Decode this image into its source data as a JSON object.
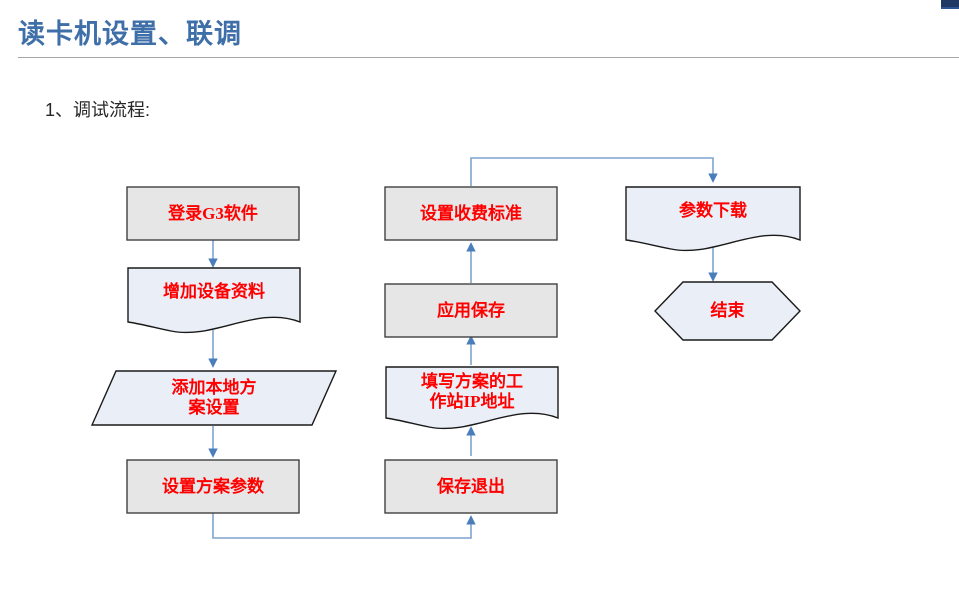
{
  "slide": {
    "title": "读卡机设置、联调",
    "heading": "1、调试流程:",
    "title_color": "#3f6fa8",
    "node_text_color": "#ff0000",
    "connector_color": "#4a7ebb",
    "gray_fill": "#e6e6e6",
    "blue_fill": "#eaeff7"
  },
  "flow": {
    "nodes": [
      {
        "id": "n1",
        "label": "登录G3软件",
        "shape": "rectangle",
        "fill": "gray",
        "column": 1,
        "row": 1
      },
      {
        "id": "n2",
        "label": "增加设备资料",
        "shape": "document",
        "fill": "blue",
        "column": 1,
        "row": 2
      },
      {
        "id": "n3",
        "label": "添加本地方\n案设置",
        "shape": "parallelogram",
        "fill": "blue",
        "column": 1,
        "row": 3
      },
      {
        "id": "n4",
        "label": "设置方案参数",
        "shape": "rectangle",
        "fill": "gray",
        "column": 1,
        "row": 4
      },
      {
        "id": "n5",
        "label": "保存退出",
        "shape": "rectangle",
        "fill": "gray",
        "column": 2,
        "row": 4
      },
      {
        "id": "n6",
        "label": "填写方案的工\n作站IP地址",
        "shape": "document",
        "fill": "blue",
        "column": 2,
        "row": 3
      },
      {
        "id": "n7",
        "label": "应用保存",
        "shape": "rectangle",
        "fill": "gray",
        "column": 2,
        "row": 2
      },
      {
        "id": "n8",
        "label": "设置收费标准",
        "shape": "rectangle",
        "fill": "gray",
        "column": 2,
        "row": 1
      },
      {
        "id": "n9",
        "label": "参数下载",
        "shape": "document",
        "fill": "blue",
        "column": 3,
        "row": 1
      },
      {
        "id": "n10",
        "label": "结束",
        "shape": "hexagon",
        "fill": "blue",
        "column": 3,
        "row": 2
      }
    ],
    "edges": [
      {
        "from": "n1",
        "to": "n2",
        "kind": "straight-down"
      },
      {
        "from": "n2",
        "to": "n3",
        "kind": "straight-down"
      },
      {
        "from": "n3",
        "to": "n4",
        "kind": "straight-down"
      },
      {
        "from": "n4",
        "to": "n5",
        "kind": "down-right-up"
      },
      {
        "from": "n5",
        "to": "n6",
        "kind": "straight-up"
      },
      {
        "from": "n6",
        "to": "n7",
        "kind": "straight-up"
      },
      {
        "from": "n7",
        "to": "n8",
        "kind": "straight-up"
      },
      {
        "from": "n8",
        "to": "n9",
        "kind": "up-right-down"
      },
      {
        "from": "n9",
        "to": "n10",
        "kind": "straight-down"
      }
    ]
  }
}
